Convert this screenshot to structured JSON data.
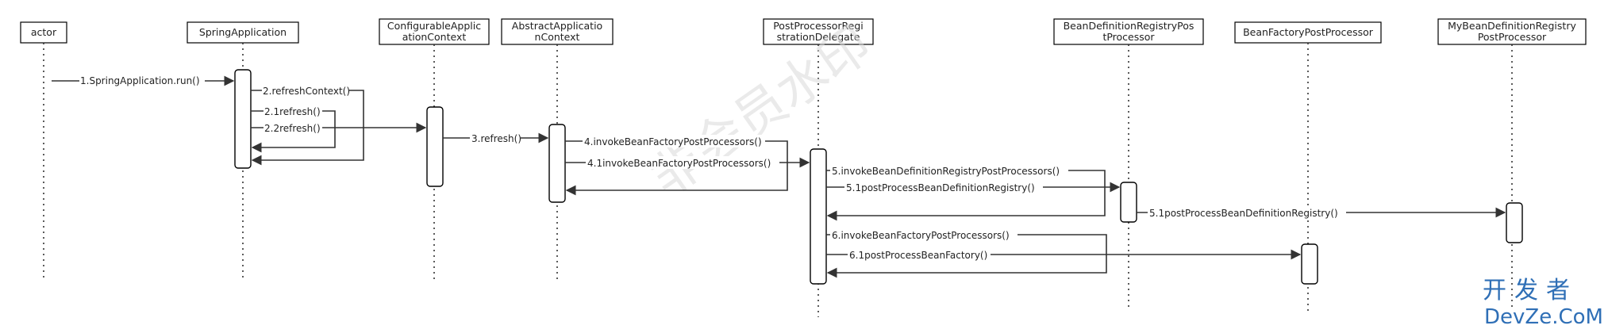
{
  "participants": [
    {
      "lines": [
        "actor"
      ]
    },
    {
      "lines": [
        "SpringApplication"
      ]
    },
    {
      "lines": [
        "ConfigurableApplic",
        "ationContext"
      ]
    },
    {
      "lines": [
        "AbstractApplicatio",
        "nContext"
      ]
    },
    {
      "lines": [
        "PostProcessorRegi",
        "strationDelegate"
      ]
    },
    {
      "lines": [
        "BeanDefinitionRegistryPos",
        "tProcessor"
      ]
    },
    {
      "lines": [
        "BeanFactoryPostProcessor"
      ]
    },
    {
      "lines": [
        "MyBeanDefinitionRegistry",
        "PostProcessor"
      ]
    }
  ],
  "messages": [
    "1.SpringApplication.run()",
    "2.refreshContext()",
    "2.1refresh()",
    "2.2refresh()",
    "3.refresh()",
    "4.invokeBeanFactoryPostProcessors()",
    "4.1invokeBeanFactoryPostProcessors()",
    "5.invokeBeanDefinitionRegistryPostProcessors()",
    "5.1postProcessBeanDefinitionRegistry()",
    "5.1postProcessBeanDefinitionRegistry()",
    "6.invokeBeanFactoryPostProcessors()",
    "6.1postProcessBeanFactory()"
  ],
  "watermark": "非会员水印",
  "brand": {
    "cn": "开发者",
    "en": "DevZe.CoM"
  },
  "colors": {
    "line": "#333333",
    "box": "#000000",
    "brand": "#2f6fb6"
  }
}
